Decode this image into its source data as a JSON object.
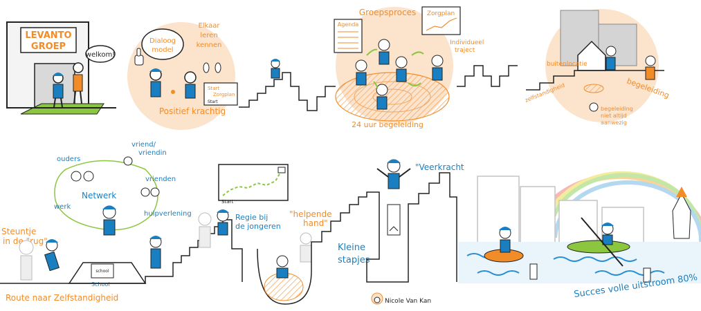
{
  "logo": {
    "line1": "LEVANTO",
    "line2": "GROEP"
  },
  "scene1": {
    "speech": "welkom!"
  },
  "scene2": {
    "bubble1_line1": "Dialoog",
    "bubble1_line2": "model",
    "bubble2_line1": "Elkaar",
    "bubble2_line2": "leren",
    "bubble2_line3": "kennen",
    "sign_line1": "Start",
    "sign_line2": "Zorgplan",
    "sign_line3": "Start",
    "caption": "Positief krachtig"
  },
  "scene3": {
    "title": "Groepsproces",
    "board_title": "Zorgplan",
    "agenda": "Agenda",
    "traject_line1": "Individueel",
    "traject_line2": "traject",
    "caption": "24 uur begeleiding"
  },
  "scene4": {
    "buitenlocatie": "buitenlocatie",
    "zelfstandigheid": "zelfstandigheid",
    "begeleiding": "begeleiding",
    "note_line1": "begeleiding",
    "note_line2": "niet altijd",
    "note_line3": "aanwezig"
  },
  "network": {
    "vriend_line1": "vriend/",
    "vriend_line2": "vriendin",
    "ouders": "ouders",
    "netwerk": "Netwerk",
    "vrienden": "vrienden",
    "werk": "werk",
    "hulpverlening": "hulpverlening",
    "steuntje_line1": "Steuntje",
    "steuntje_line2": "in de \"rug\"",
    "school_sign": "school",
    "school_label": "School",
    "route": "Route naar Zelfstandigheid"
  },
  "middle": {
    "start": "Start",
    "regie_line1": "Regie bij",
    "regie_line2": "de jongeren",
    "helpende_line1": "\"helpende",
    "helpende_line2": "hand\"",
    "kleine_line1": "Kleine",
    "kleine_line2": "stapjes",
    "veerkracht": "\"Veerkracht",
    "signature": "Nicole Van Kan"
  },
  "finale": {
    "caption": "Succes volle uitstroom 80%"
  },
  "colors": {
    "orange": "#f28c28",
    "blue": "#1a7fc0",
    "green": "#8cc63f",
    "dark": "#222222",
    "peach": "#fbe3cc",
    "grey": "#c9c9c9",
    "water": "#2a8fd0"
  }
}
